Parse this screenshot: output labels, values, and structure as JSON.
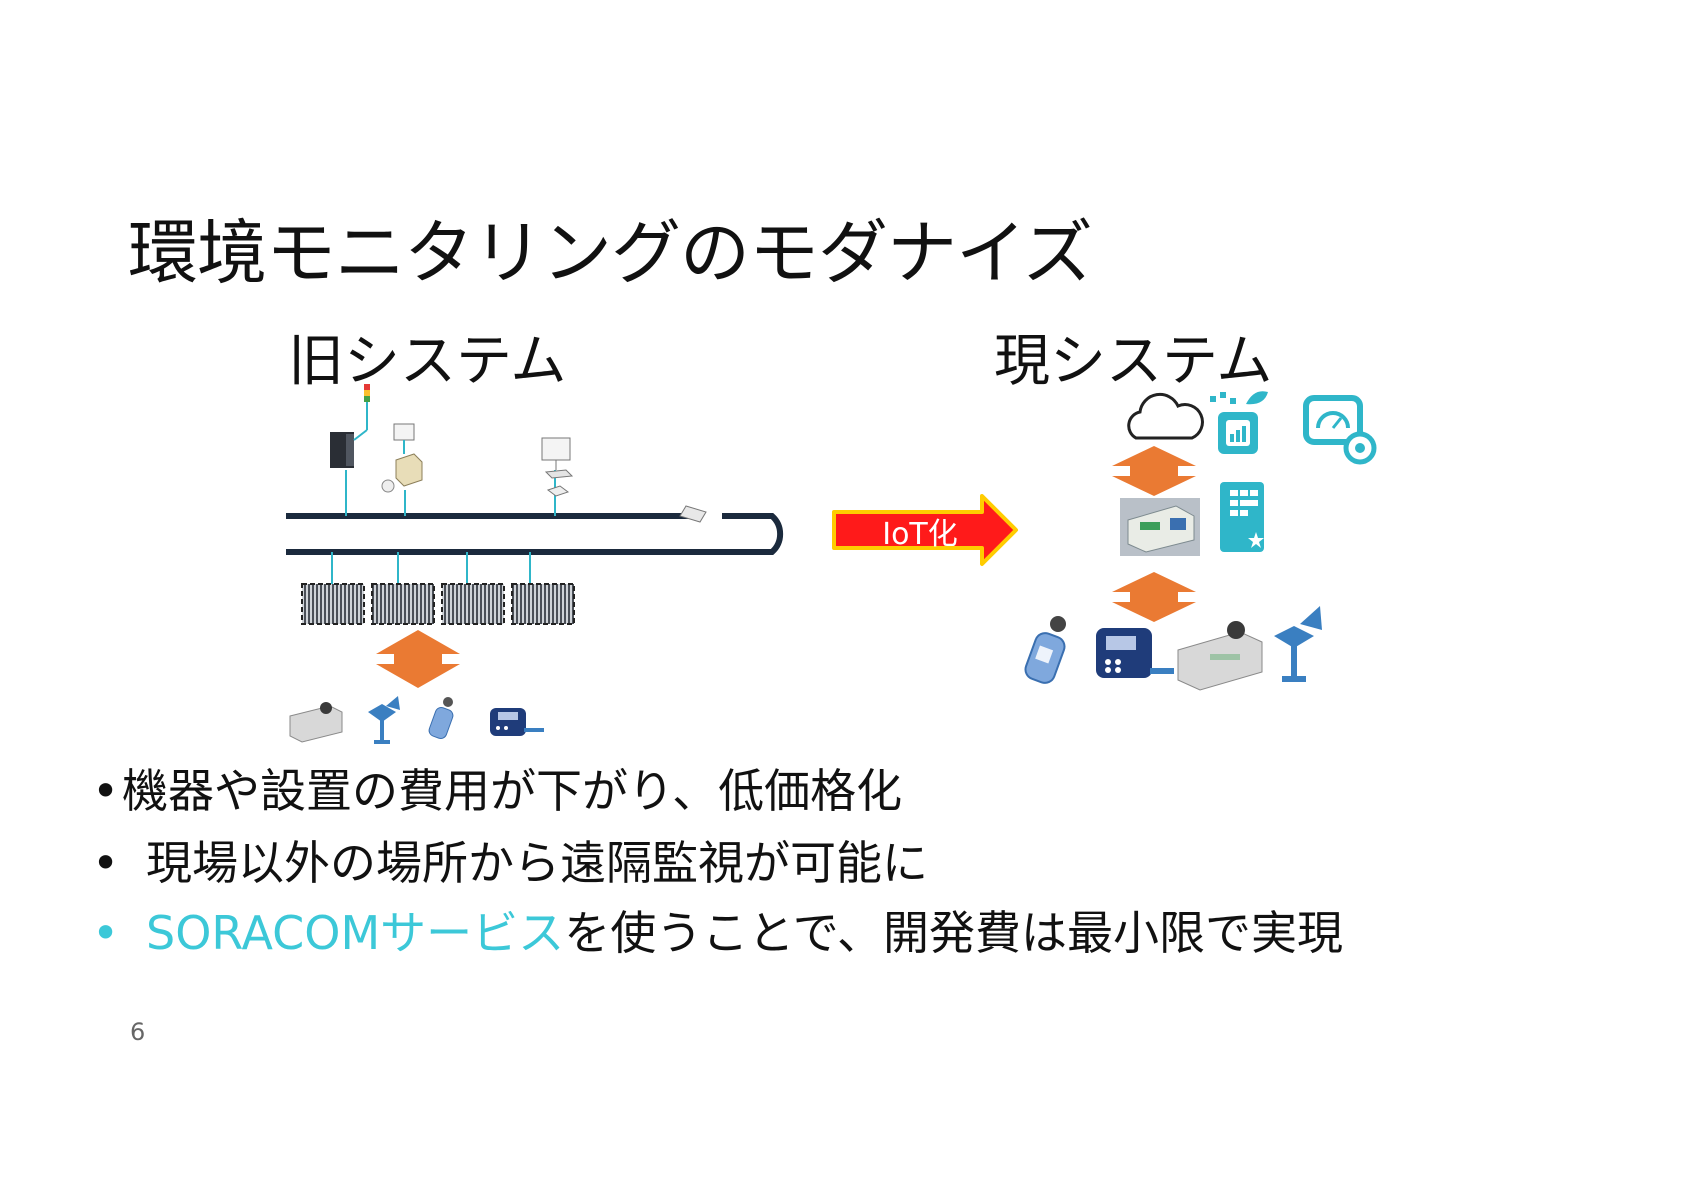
{
  "title": "環境モニタリングのモダナイズ",
  "old_system": {
    "label": "旧システム"
  },
  "new_system": {
    "label": "現システム"
  },
  "arrow": {
    "label": "IoT化"
  },
  "bullets": [
    {
      "marker": "•",
      "text": "機器や設置の費用が下がり、低価格化"
    },
    {
      "marker": "•",
      "text": "現場以外の場所から遠隔監視が可能に"
    },
    {
      "marker": "•",
      "accent": "SORACOMサービス",
      "text": "を使うことで、開発費は最小限で実現"
    }
  ],
  "page_number": "6",
  "colors": {
    "accent": "#3cc8d8",
    "bus": "#1b2a3d",
    "orange": "#ea7a33",
    "iot_arrow_fill": "#ff1a1a",
    "iot_arrow_border": "#ffcc00",
    "icon_blue": "#4a86c5",
    "icon_teal": "#2fb6c9"
  },
  "icons": [
    "cloud-icon",
    "data-storage-icon",
    "dashboard-gauge-icon",
    "sim-card-icon",
    "gateway-device-icon",
    "plc-rack-icon",
    "signal-tower-icon",
    "server-icon",
    "monitor-icon",
    "dust-meter-icon",
    "anemometer-icon",
    "sound-level-meter-icon",
    "data-logger-icon"
  ]
}
